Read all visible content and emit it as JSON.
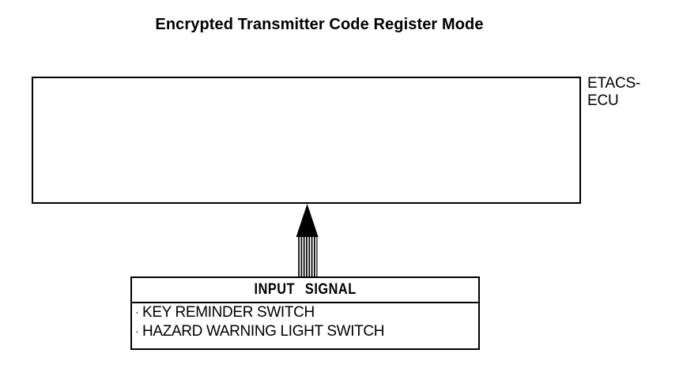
{
  "diagram": {
    "title": "Encrypted Transmitter Code Register Mode",
    "ecu": {
      "name_line1": "ETACS-",
      "name_line2": "ECU",
      "body_text": ""
    },
    "arrow": {
      "icon": "up-arrow-striped-icon",
      "direction": "up"
    },
    "input_signal": {
      "header": "INPUT SIGNAL",
      "bullet": "·",
      "items": [
        {
          "label": "KEY REMINDER SWITCH"
        },
        {
          "label": "HAZARD WARNING LIGHT SWITCH"
        }
      ]
    },
    "colors": {
      "line": "#000000",
      "background": "#ffffff",
      "text": "#000000"
    }
  }
}
